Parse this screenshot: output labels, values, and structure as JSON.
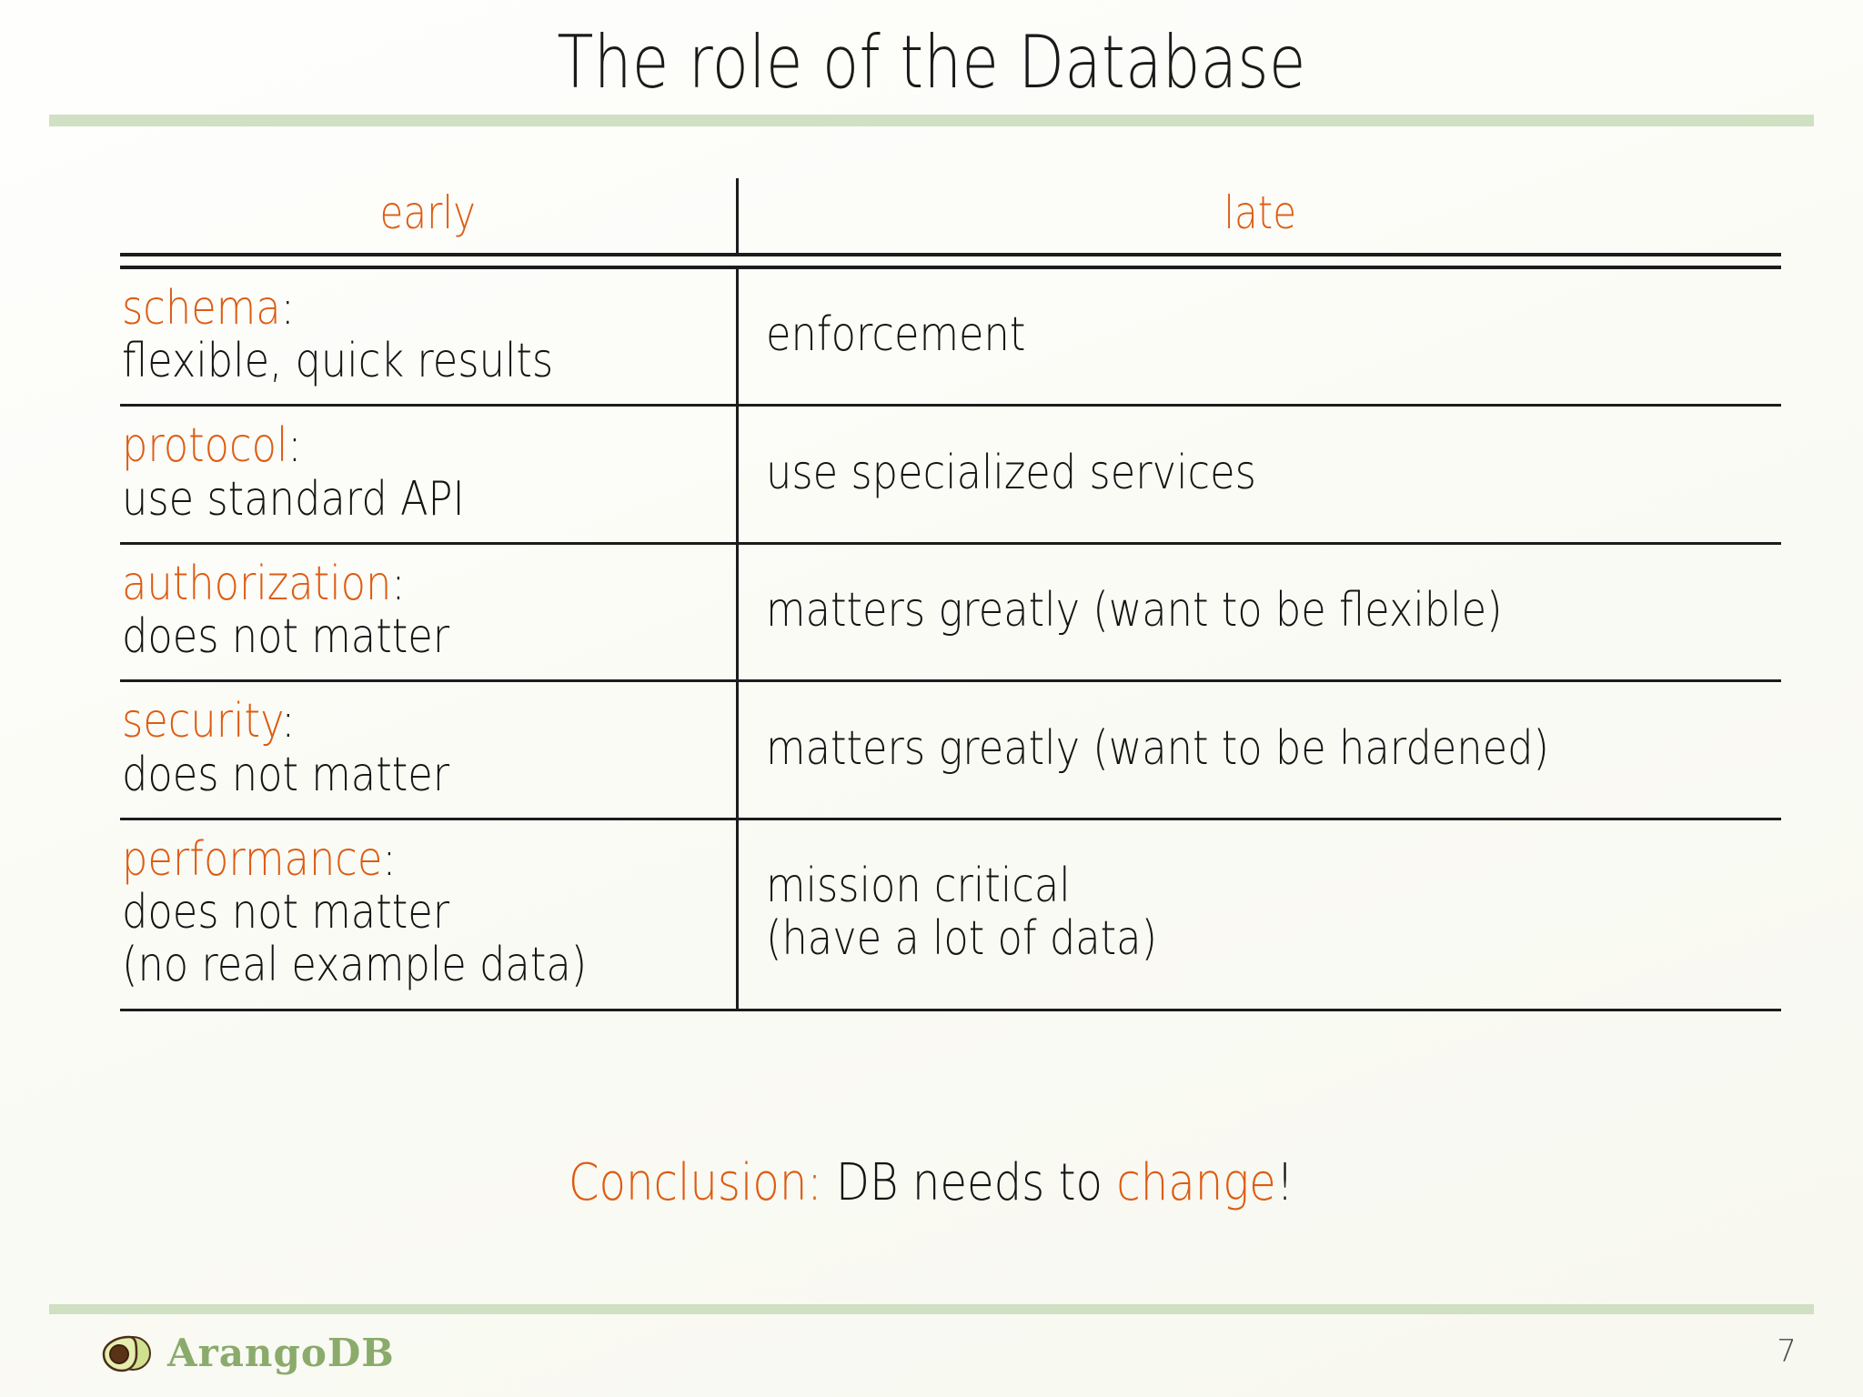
{
  "slide": {
    "title": "The role of the Database",
    "page_number": "7",
    "accent_color": "#dd5c12",
    "rule_color": "#cfe0c3",
    "text_color": "#141414",
    "background_color": "#fbfbf6"
  },
  "table": {
    "headers": {
      "early": "early",
      "late": "late"
    },
    "rows": [
      {
        "key": "schema",
        "colon": ":",
        "early_lines": [
          "flexible, quick results"
        ],
        "late_lines": [
          "enforcement"
        ]
      },
      {
        "key": "protocol",
        "colon": ":",
        "early_lines": [
          "use standard API"
        ],
        "late_lines": [
          "use specialized services"
        ]
      },
      {
        "key": "authorization",
        "colon": ":",
        "early_lines": [
          "does not matter"
        ],
        "late_lines": [
          "matters greatly (want to be flexible)"
        ]
      },
      {
        "key": "security",
        "colon": ":",
        "early_lines": [
          "does not matter"
        ],
        "late_lines": [
          "matters greatly (want to be hardened)"
        ]
      },
      {
        "key": "performance",
        "colon": ":",
        "early_lines": [
          "does not matter",
          "(no real example data)"
        ],
        "late_lines": [
          "mission critical",
          "(have a lot of data)"
        ]
      }
    ]
  },
  "conclusion": {
    "lead": "Conclusion:",
    "middle": " DB needs to ",
    "emphasis": "change",
    "tail": "!"
  },
  "footer": {
    "logo_text": "ArangoDB",
    "logo_icon": "avocado-icon",
    "logo_color": "#8aab6b"
  }
}
